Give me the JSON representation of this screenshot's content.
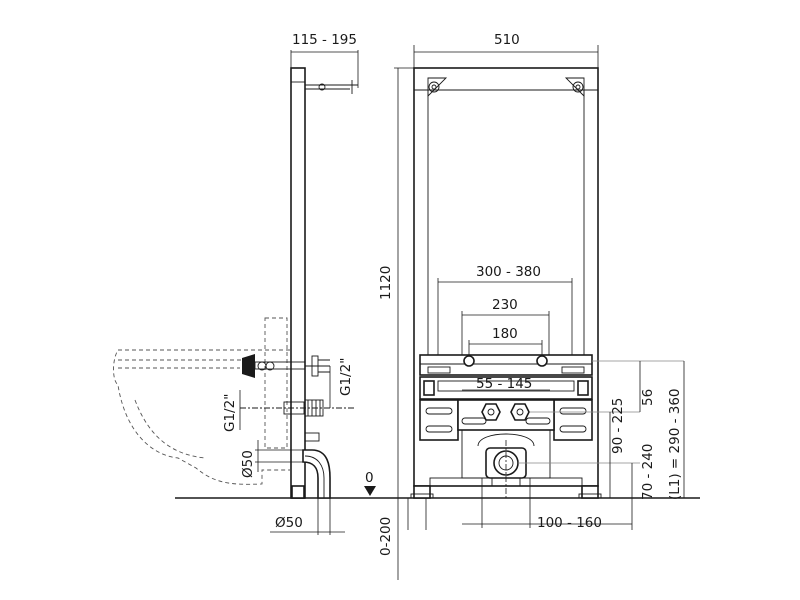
{
  "colors": {
    "line": "#1a1a1a",
    "hidden": "#555555",
    "background": "#ffffff"
  },
  "side_view": {
    "dim_depth": "115 - 195",
    "dim_g12_upper": "G1/2\"",
    "dim_g12_lower": "G1/2\"",
    "dim_dn50_vertical": "Ø50",
    "dim_dn50_bottom": "Ø50"
  },
  "front_view": {
    "dim_width": "510",
    "dim_height": "1120",
    "dim_fix_outer": "300 - 380",
    "dim_fix_mid": "230",
    "dim_fix_inner": "180",
    "dim_supply_spacing": "55 - 145",
    "dim_supply_height": "90 - 225",
    "dim_56": "56",
    "dim_drain_height": "70 - 240",
    "dim_l1": "(L1) = 290 - 360",
    "dim_drain_offset": "100 - 160",
    "floor_zero": "0",
    "dim_floor_adjust": "0-200"
  }
}
